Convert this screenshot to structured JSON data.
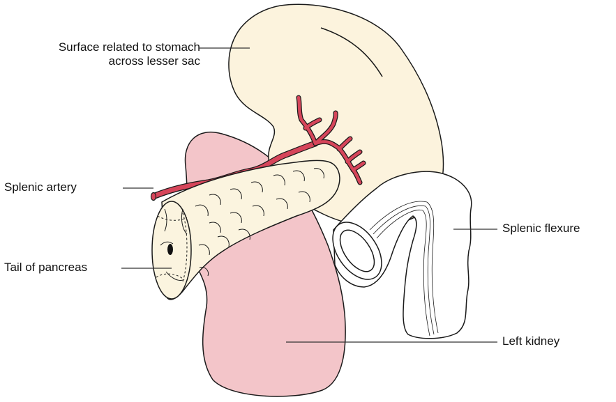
{
  "labels": {
    "stomach_surface_line1": "Surface related to stomach",
    "stomach_surface_line2": "across lesser sac",
    "splenic_artery": "Splenic artery",
    "tail_of_pancreas": "Tail of pancreas",
    "splenic_flexure": "Splenic flexure",
    "left_kidney": "Left kidney"
  },
  "colors": {
    "spleen": "#fcf3dd",
    "kidney": "#f3c5c9",
    "pancreas": "#fbf4df",
    "artery": "#d6455a",
    "colon": "#ffffff",
    "outline": "#1a1a1a"
  }
}
